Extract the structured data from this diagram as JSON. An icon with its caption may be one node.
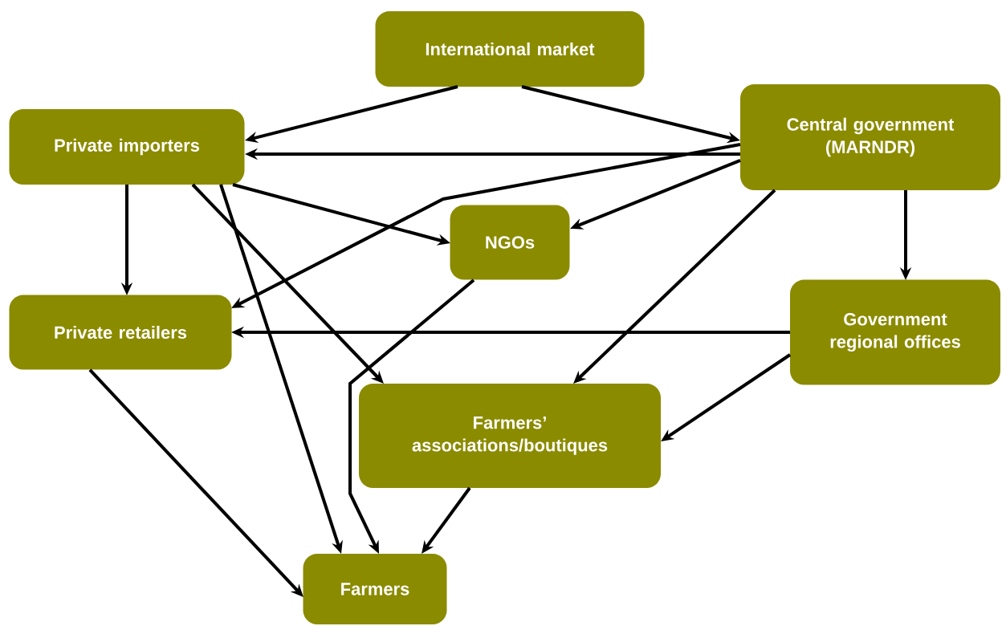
{
  "diagram": {
    "nodes": [
      {
        "text": [
          "International market"
        ]
      },
      {
        "text": [
          "Private importers"
        ]
      },
      {
        "text": [
          "Central government (MARNDR)"
        ]
      },
      {
        "text": [
          "NGOs"
        ]
      },
      {
        "text": [
          "Private retailers"
        ]
      },
      {
        "text": [
          "Government regional offices"
        ]
      },
      {
        "text": [
          "Farmers’ associations/boutiques"
        ]
      },
      {
        "text": [
          "Farmers"
        ]
      }
    ],
    "edges": [
      {
        "from": 0,
        "to": 1,
        "arrow": "to"
      },
      {
        "from": 0,
        "to": 2,
        "arrow": "to"
      },
      {
        "from": 2,
        "to": 1,
        "arrow": "to"
      },
      {
        "from": 2,
        "to": 3,
        "arrow": "to"
      },
      {
        "from": 2,
        "to": 4,
        "arrow": "to"
      },
      {
        "from": 2,
        "to": 6,
        "arrow": "to"
      },
      {
        "from": 2,
        "to": 5,
        "arrow": "to"
      },
      {
        "from": 1,
        "to": 3,
        "arrow": "to"
      },
      {
        "from": 1,
        "to": 4,
        "arrow": "to"
      },
      {
        "from": 1,
        "to": 6,
        "arrow": "to"
      },
      {
        "from": 1,
        "to": 7,
        "arrow": "to"
      },
      {
        "from": 3,
        "to": 7,
        "arrow": "to"
      },
      {
        "from": 5,
        "to": 4,
        "arrow": "to"
      },
      {
        "from": 5,
        "to": 6,
        "arrow": "to"
      },
      {
        "from": 4,
        "to": 7,
        "arrow": "to"
      },
      {
        "from": 6,
        "to": 7,
        "arrow": "to"
      }
    ]
  }
}
